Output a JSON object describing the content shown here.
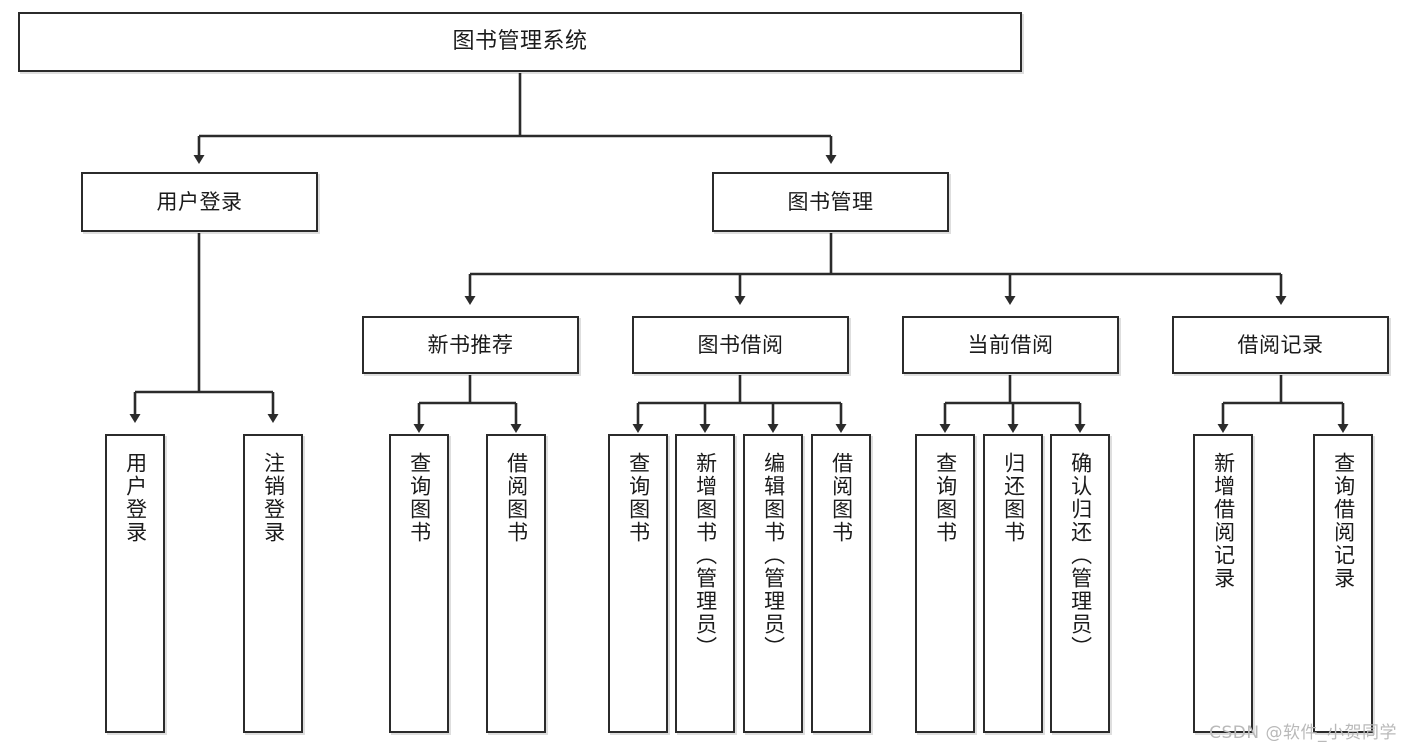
{
  "diagram": {
    "title": "图书管理系统",
    "type": "tree-hierarchy",
    "watermark": "CSDN @软件_小贺同学",
    "colors": {
      "box_border": "#2b2b2b",
      "box_fill": "#ffffff",
      "connector": "#2b2b2b",
      "text": "#1b1b1b",
      "watermark": "#b9b9b9"
    }
  },
  "nodes": {
    "root": {
      "label": "图书管理系统"
    },
    "level2": [
      {
        "label": "用户登录"
      },
      {
        "label": "图书管理"
      }
    ],
    "level3": [
      {
        "label": "新书推荐"
      },
      {
        "label": "图书借阅"
      },
      {
        "label": "当前借阅"
      },
      {
        "label": "借阅记录"
      }
    ],
    "leaves": {
      "user_login": [
        {
          "label": "用户登录"
        },
        {
          "label": "注销登录"
        }
      ],
      "new_book_recommend": [
        {
          "label": "查询图书"
        },
        {
          "label": "借阅图书"
        }
      ],
      "book_borrow": [
        {
          "label": "查询图书"
        },
        {
          "label": "新增图书（管理员）"
        },
        {
          "label": "编辑图书（管理员）"
        },
        {
          "label": "借阅图书"
        }
      ],
      "current_borrow": [
        {
          "label": "查询图书"
        },
        {
          "label": "归还图书"
        },
        {
          "label": "确认归还（管理员）"
        }
      ],
      "borrow_record": [
        {
          "label": "新增借阅记录"
        },
        {
          "label": "查询借阅记录"
        }
      ]
    }
  }
}
